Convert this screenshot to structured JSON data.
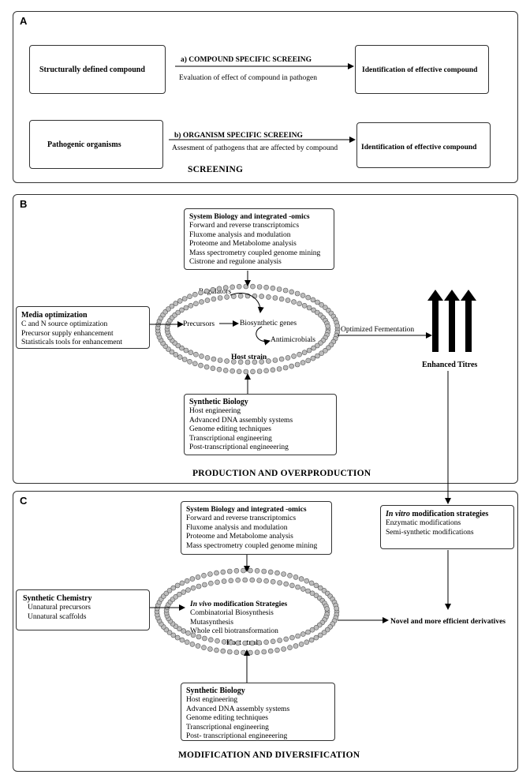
{
  "panelA": {
    "label": "A",
    "box_compound": "Structurally defined compound",
    "arrow_a_title": "a) COMPOUND SPECIFIC SCREEING",
    "arrow_a_sub": "Evaluation of effect of compound in pathogen",
    "result_a": "Identification of effective compound",
    "box_pathogen": "Pathogenic organisms",
    "arrow_b_title": "b) ORGANISM SPECIFIC SCREEING",
    "arrow_b_sub": "Assesment of pathogens that are affected by compound",
    "result_b": "Identification of effective compound",
    "footer": "SCREENING"
  },
  "panelB": {
    "label": "B",
    "omics": {
      "title": "System Biology and integrated -omics",
      "items": [
        "Forward and reverse transcriptomics",
        "Fluxome analysis and modulation",
        "Proteome and Metabolome analysis",
        "Mass spectrometry coupled genome mining",
        "Cistrone and regulone analysis"
      ]
    },
    "media": {
      "title": "Media optimization",
      "items": [
        "C and N source optimization",
        "Precursor supply enhancement",
        "Statisticals tools for enhancement"
      ]
    },
    "cell": {
      "regulators": "Regulators",
      "precursors": "Precursors",
      "biosynthetic": "Biosynthetic genes",
      "antimicrobials": "Antimicrobials",
      "host": "Host strain"
    },
    "fermentation": "Optimized Fermentation",
    "titres": "Enhanced Titres",
    "synbio": {
      "title": "Synthetic Biology",
      "items": [
        "Host engineering",
        "Advanced DNA assembly systems",
        "Genome editing techniques",
        "Transcriptional engineering",
        "Post-transcriptional engineeering"
      ]
    },
    "footer": "PRODUCTION AND OVERPRODUCTION"
  },
  "panelC": {
    "label": "C",
    "omics": {
      "title": "System Biology and integrated -omics",
      "items": [
        "Forward and reverse transcriptomics",
        "Fluxome analysis and modulation",
        "Proteome and Metabolome analysis",
        "Mass spectrometry coupled genome mining"
      ]
    },
    "invitro": {
      "title_italic": "In vitro",
      "title_rest": " modification strategies",
      "items": [
        "Enzymatic modifications",
        "Semi-synthetic modifications"
      ]
    },
    "chem": {
      "title": "Synthetic Chemistry",
      "items": [
        "Unnatural precursors",
        "Unnatural scaffolds"
      ]
    },
    "cell": {
      "title_italic": "In vivo",
      "title_rest": " modification Strategies",
      "items": [
        "Combinatorial Biosynthesis",
        "Mutasynthesis",
        "Whole cell biotransformation"
      ],
      "host": "Host strain"
    },
    "result": "Novel and more efficient derivatives",
    "synbio": {
      "title": "Synthetic Biology",
      "items": [
        "Host engineering",
        "Advanced DNA assembly systems",
        "Genome editing techniques",
        "Transcriptional engineering",
        "Post- transcriptional engineeering"
      ]
    },
    "footer": "MODIFICATION AND DIVERSIFICATION"
  }
}
